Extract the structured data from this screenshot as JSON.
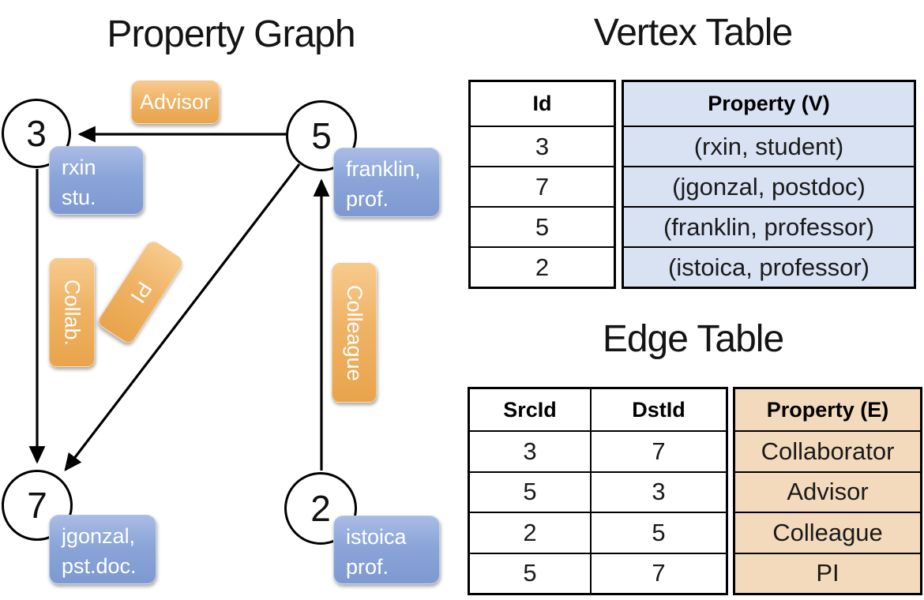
{
  "diagram": {
    "title": "Property Graph",
    "nodes": [
      {
        "id": "3",
        "prop1": "rxin",
        "prop2": "stu."
      },
      {
        "id": "5",
        "prop1": "franklin,",
        "prop2": "prof."
      },
      {
        "id": "7",
        "prop1": "jgonzal,",
        "prop2": "pst.doc."
      },
      {
        "id": "2",
        "prop1": "istoica",
        "prop2": "prof."
      }
    ],
    "edge_labels": {
      "advisor": "Advisor",
      "collab": "Collab.",
      "pi": "PI",
      "colleague": "Colleague"
    }
  },
  "vertex_table": {
    "title": "Vertex Table",
    "headers": {
      "id": "Id",
      "property": "Property (V)"
    },
    "rows": [
      {
        "id": "3",
        "property": "(rxin, student)"
      },
      {
        "id": "7",
        "property": "(jgonzal, postdoc)"
      },
      {
        "id": "5",
        "property": "(franklin, professor)"
      },
      {
        "id": "2",
        "property": "(istoica, professor)"
      }
    ]
  },
  "edge_table": {
    "title": "Edge Table",
    "headers": {
      "src": "SrcId",
      "dst": "DstId",
      "property": "Property (E)"
    },
    "rows": [
      {
        "src": "3",
        "dst": "7",
        "property": "Collaborator"
      },
      {
        "src": "5",
        "dst": "3",
        "property": "Advisor"
      },
      {
        "src": "2",
        "dst": "5",
        "property": "Colleague"
      },
      {
        "src": "5",
        "dst": "7",
        "property": "PI"
      }
    ]
  },
  "colors": {
    "node_fill": "#ffffff",
    "node_stroke": "#000000",
    "vertex_box": "#8aa5d8",
    "edge_box": "#efb366",
    "vertex_cell_fill": "#d9e2f3",
    "edge_cell_fill": "#f4dabd",
    "table_border": "#000000"
  }
}
